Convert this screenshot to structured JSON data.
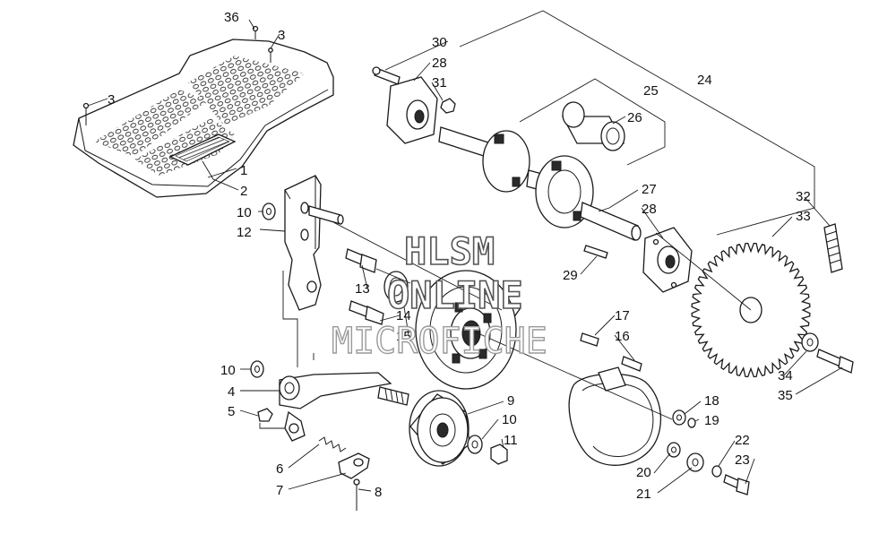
{
  "labels": [
    {
      "id": "36",
      "text": "36"
    },
    {
      "id": "3a",
      "text": "3"
    },
    {
      "id": "3b",
      "text": "3"
    },
    {
      "id": "1",
      "text": "1"
    },
    {
      "id": "2",
      "text": "2"
    },
    {
      "id": "10a",
      "text": "10"
    },
    {
      "id": "12",
      "text": "12"
    },
    {
      "id": "13",
      "text": "13"
    },
    {
      "id": "14",
      "text": "14"
    },
    {
      "id": "15",
      "text": "15"
    },
    {
      "id": "10b",
      "text": "10"
    },
    {
      "id": "4",
      "text": "4"
    },
    {
      "id": "5",
      "text": "5"
    },
    {
      "id": "6",
      "text": "6"
    },
    {
      "id": "7",
      "text": "7"
    },
    {
      "id": "8",
      "text": "8"
    },
    {
      "id": "9",
      "text": "9"
    },
    {
      "id": "10c",
      "text": "10"
    },
    {
      "id": "11",
      "text": "11"
    },
    {
      "id": "30",
      "text": "30"
    },
    {
      "id": "28a",
      "text": "28"
    },
    {
      "id": "31",
      "text": "31"
    },
    {
      "id": "25",
      "text": "25"
    },
    {
      "id": "26",
      "text": "26"
    },
    {
      "id": "24",
      "text": "24"
    },
    {
      "id": "27",
      "text": "27"
    },
    {
      "id": "28b",
      "text": "28"
    },
    {
      "id": "29",
      "text": "29"
    },
    {
      "id": "32",
      "text": "32"
    },
    {
      "id": "33",
      "text": "33"
    },
    {
      "id": "17",
      "text": "17"
    },
    {
      "id": "16",
      "text": "16"
    },
    {
      "id": "18",
      "text": "18"
    },
    {
      "id": "19",
      "text": "19"
    },
    {
      "id": "20",
      "text": "20"
    },
    {
      "id": "21",
      "text": "21"
    },
    {
      "id": "22",
      "text": "22"
    },
    {
      "id": "23",
      "text": "23"
    },
    {
      "id": "34",
      "text": "34"
    },
    {
      "id": "35",
      "text": "35"
    }
  ],
  "watermark": {
    "line1": "HLSM",
    "line2": "ONLINE",
    "line3": "MICROFICHE"
  }
}
